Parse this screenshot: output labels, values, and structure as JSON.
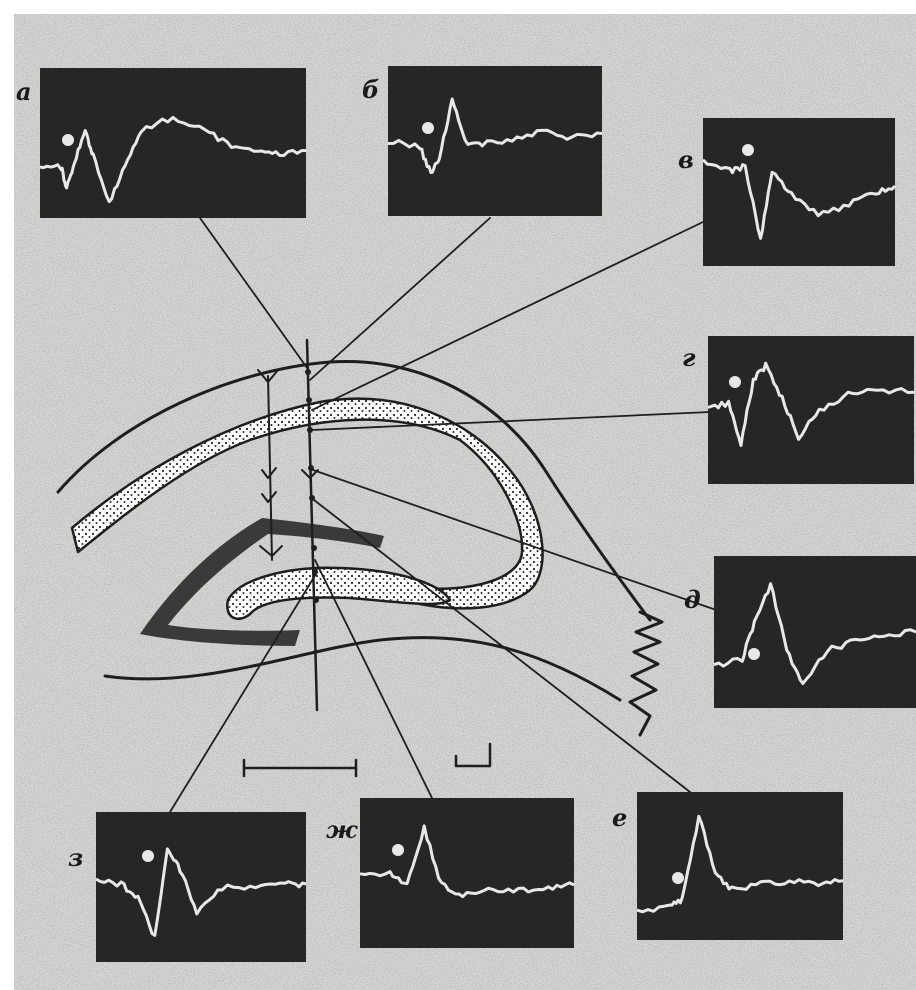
{
  "figure": {
    "colors": {
      "paper": "#d9d9d7",
      "ink": "#1e1e1e",
      "screen": "#262626",
      "trace": "#e8e8e8",
      "stipple": "#2a2a2a"
    },
    "panels": [
      {
        "id": "a",
        "label": "а"
      },
      {
        "id": "b",
        "label": "б"
      },
      {
        "id": "v",
        "label": "в"
      },
      {
        "id": "g",
        "label": "г"
      },
      {
        "id": "d",
        "label": "д"
      },
      {
        "id": "e",
        "label": "е"
      },
      {
        "id": "zh",
        "label": "ж"
      },
      {
        "id": "z",
        "label": "з"
      }
    ]
  }
}
